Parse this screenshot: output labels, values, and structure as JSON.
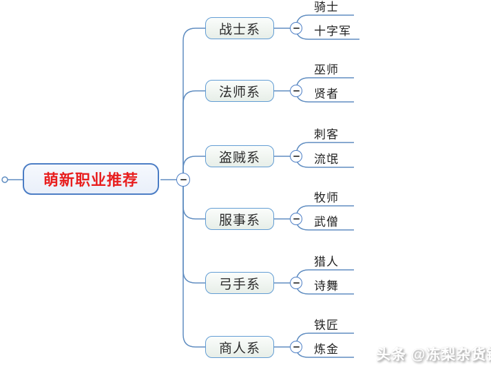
{
  "root": {
    "label": "萌新职业推荐"
  },
  "branches": [
    {
      "label": "战士系",
      "children": [
        "骑士",
        "十字军"
      ]
    },
    {
      "label": "法师系",
      "children": [
        "巫师",
        "贤者"
      ]
    },
    {
      "label": "盗贼系",
      "children": [
        "刺客",
        "流氓"
      ]
    },
    {
      "label": "服事系",
      "children": [
        "牧师",
        "武僧"
      ]
    },
    {
      "label": "弓手系",
      "children": [
        "猎人",
        "诗舞"
      ]
    },
    {
      "label": "商人系",
      "children": [
        "铁匠",
        "炼金"
      ]
    }
  ],
  "collapse_button": {
    "icon": "minus-icon",
    "state": "expanded"
  },
  "watermark": {
    "text": "头条 @冻梨杂货铺"
  },
  "colors": {
    "line": "#5e8cc0",
    "root_border": "#4a7cc4",
    "root_fill": "#edf2fb",
    "root_text": "#e81e1e",
    "branch_border": "#5f9bd3",
    "branch_fill": "#ecf2ec",
    "leaf_text": "#1f1f1f"
  }
}
